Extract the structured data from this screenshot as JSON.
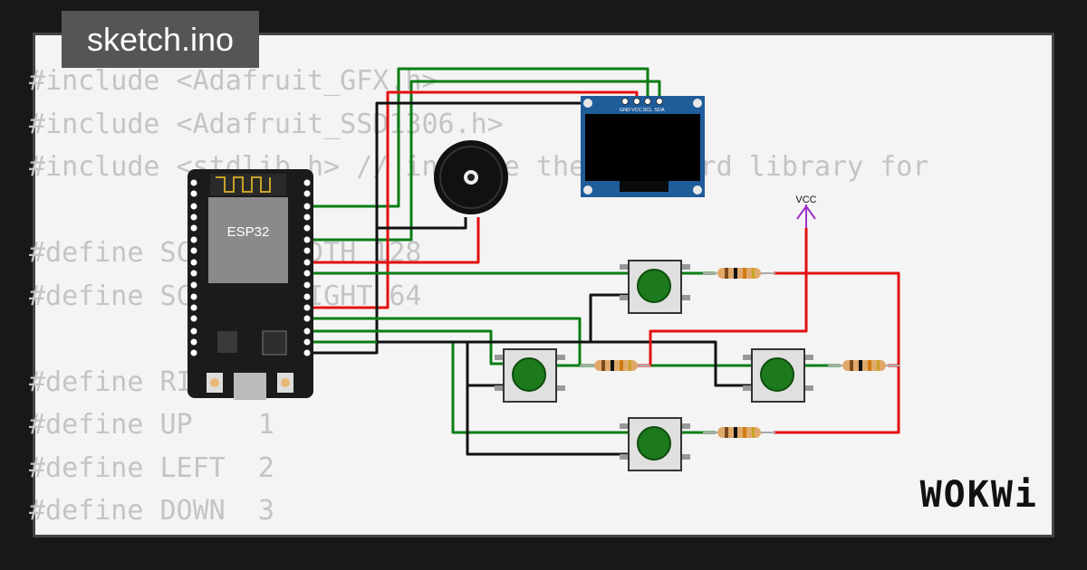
{
  "tab": {
    "filename": "sketch.ino"
  },
  "code_lines": [
    "#include <Adafruit_GFX.h>",
    "#include <Adafruit_SSD1306.h>",
    "#include <stdlib.h> // include the standard library for",
    "",
    "#define SCREEN_WIDTH 128",
    "#define SCREEN_HEIGHT 64",
    "",
    "#define RIGHT 0",
    "#define UP    1",
    "#define LEFT  2",
    "#define DOWN  3"
  ],
  "esp32": {
    "label": "ESP32"
  },
  "oled": {
    "pins": [
      "GND",
      "VCC",
      "SCL",
      "SDA"
    ]
  },
  "vcc_label": "VCC",
  "brand": {
    "logo": "WOKWi"
  },
  "colors": {
    "wire_green": "#0a7d14",
    "wire_red": "#e31010",
    "wire_black": "#111111",
    "wire_vcc": "#9b30c8"
  }
}
